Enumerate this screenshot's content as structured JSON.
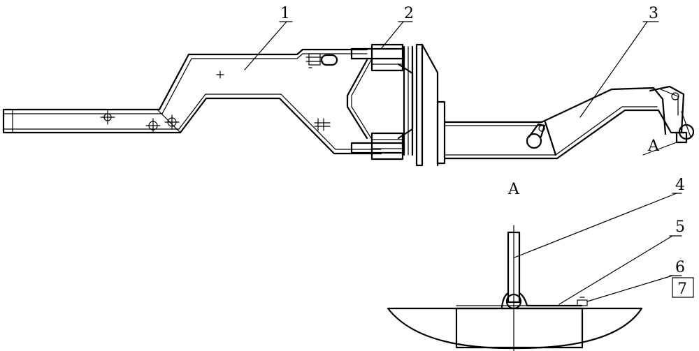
{
  "diagram": {
    "part_labels": [
      "1",
      "2",
      "3",
      "4",
      "5",
      "6",
      "7"
    ],
    "section_marker": "A",
    "section_view_title": "A"
  }
}
